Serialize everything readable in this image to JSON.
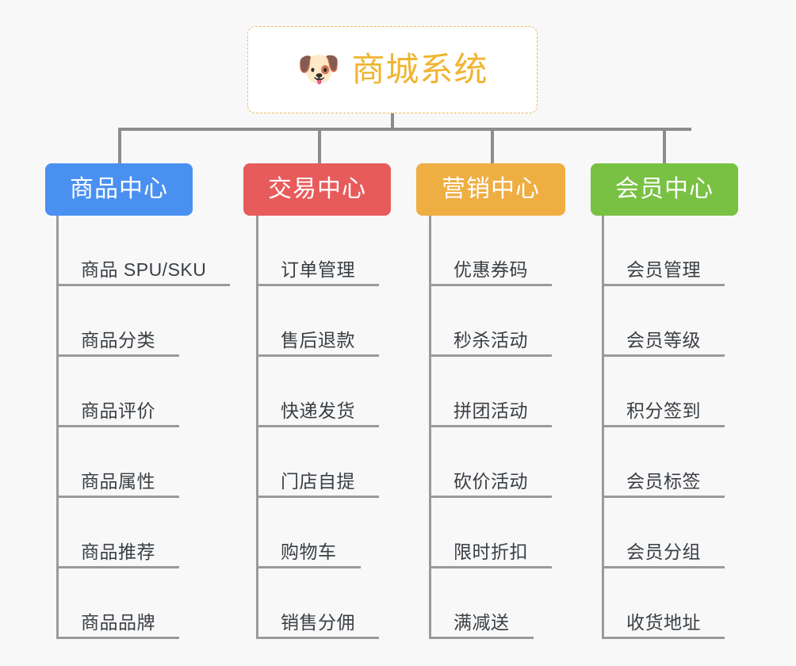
{
  "root": {
    "icon": "dog-face-emoji",
    "icon_glyph": "🐶",
    "title": "商城系统"
  },
  "colors": {
    "background": "#f8f8f8",
    "root_border": "#f0b95a",
    "root_text": "#f0b430",
    "connector": "#8c8c8c",
    "leaf_line": "#9a9a9a",
    "leaf_text": "#3a3f44",
    "category_1": "#4a90f0",
    "category_2": "#e85b5b",
    "category_3": "#eeae42",
    "category_4": "#79c143"
  },
  "categories": [
    {
      "label": "商品中心",
      "color": "#4a90f0",
      "items": [
        "商品 SPU/SKU",
        "商品分类",
        "商品评价",
        "商品属性",
        "商品推荐",
        "商品品牌"
      ]
    },
    {
      "label": "交易中心",
      "color": "#e85b5b",
      "items": [
        "订单管理",
        "售后退款",
        "快递发货",
        "门店自提",
        "购物车",
        "销售分佣"
      ]
    },
    {
      "label": "营销中心",
      "color": "#eeae42",
      "items": [
        "优惠券码",
        "秒杀活动",
        "拼团活动",
        "砍价活动",
        "限时折扣",
        "满减送"
      ]
    },
    {
      "label": "会员中心",
      "color": "#79c143",
      "items": [
        "会员管理",
        "会员等级",
        "积分签到",
        "会员标签",
        "会员分组",
        "收货地址"
      ]
    }
  ]
}
